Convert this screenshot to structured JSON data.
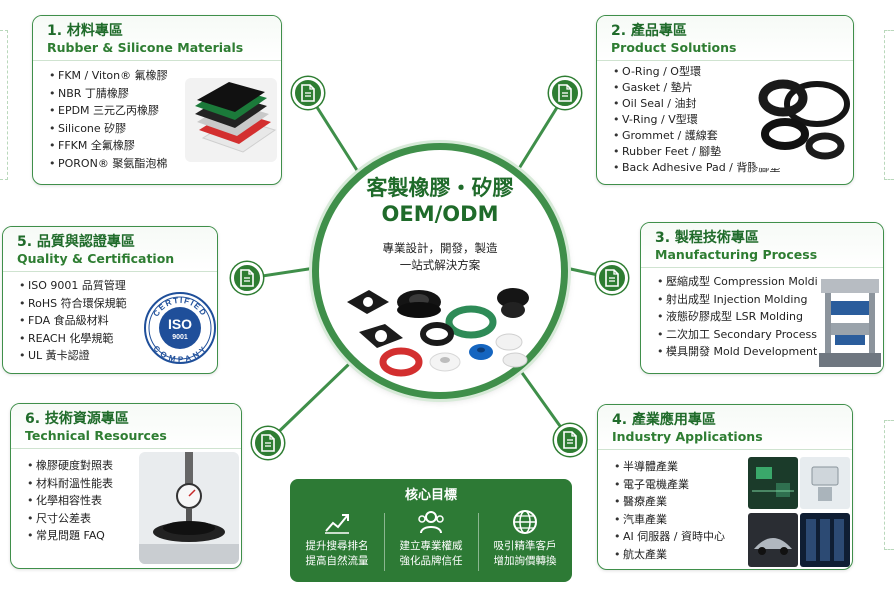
{
  "center": {
    "title": "客製橡膠・矽膠",
    "subtitle": "OEM/ODM",
    "line1": "專業設計，開發，製造",
    "line2": "一站式解決方案"
  },
  "cards": {
    "materials": {
      "title": "1. 材料專區",
      "subtitle": "Rubber & Silicone Materials",
      "items": [
        "FKM / Viton® 氟橡膠",
        "NBR 丁腈橡膠",
        "EPDM 三元乙丙橡膠",
        "Silicone 矽膠",
        "FFKM 全氟橡膠",
        "PORON® 聚氨酯泡棉"
      ]
    },
    "products": {
      "title": "2. 產品專區",
      "subtitle": "Product Solutions",
      "items": [
        "O-Ring / O型環",
        "Gasket / 墊片",
        "Oil Seal / 油封",
        "V-Ring / V型環",
        "Grommet / 護線套",
        "Rubber Feet / 腳墊",
        "Back Adhesive Pad / 背膠腳墊"
      ]
    },
    "quality": {
      "title": "5. 品質與認證專區",
      "subtitle": "Quality & Certification",
      "items": [
        "ISO 9001 品質管理",
        "RoHS 符合環保規範",
        "FDA 食品級材料",
        "REACH 化學規範",
        "UL 黃卡認證"
      ],
      "badge_top": "CERTIFIED",
      "badge_main": "ISO",
      "badge_num": "9001",
      "badge_bottom": "COMPANY"
    },
    "process": {
      "title": "3. 製程技術專區",
      "subtitle": "Manufacturing Process",
      "items": [
        "壓縮成型 Compression Molding",
        "射出成型 Injection Molding",
        "液態矽膠成型 LSR Molding",
        "二次加工 Secondary Process",
        "模具開發 Mold Development"
      ]
    },
    "resources": {
      "title": "6. 技術資源專區",
      "subtitle": "Technical Resources",
      "items": [
        "橡膠硬度對照表",
        "材料耐溫性能表",
        "化學相容性表",
        "尺寸公差表",
        "常見問題 FAQ"
      ]
    },
    "industry": {
      "title": "4. 產業應用專區",
      "subtitle": "Industry Applications",
      "items": [
        "半導體產業",
        "電子電機產業",
        "醫療產業",
        "汽車產業",
        "AI 伺服器 / 資時中心",
        "航太產業"
      ]
    }
  },
  "goals": {
    "title": "核心目標",
    "items": [
      {
        "icon": "growth-chart-icon",
        "line1": "提升搜尋排名",
        "line2": "提高自然流量"
      },
      {
        "icon": "people-icon",
        "line1": "建立專業權威",
        "line2": "強化品牌信任"
      },
      {
        "icon": "globe-icon",
        "line1": "吸引精準客戶",
        "line2": "增加詢價轉換"
      }
    ]
  },
  "colors": {
    "primary": "#2e7d32",
    "border": "#3f8f4a",
    "goals_bg": "#2d7a35"
  },
  "icons": {
    "node": "document-icon"
  }
}
